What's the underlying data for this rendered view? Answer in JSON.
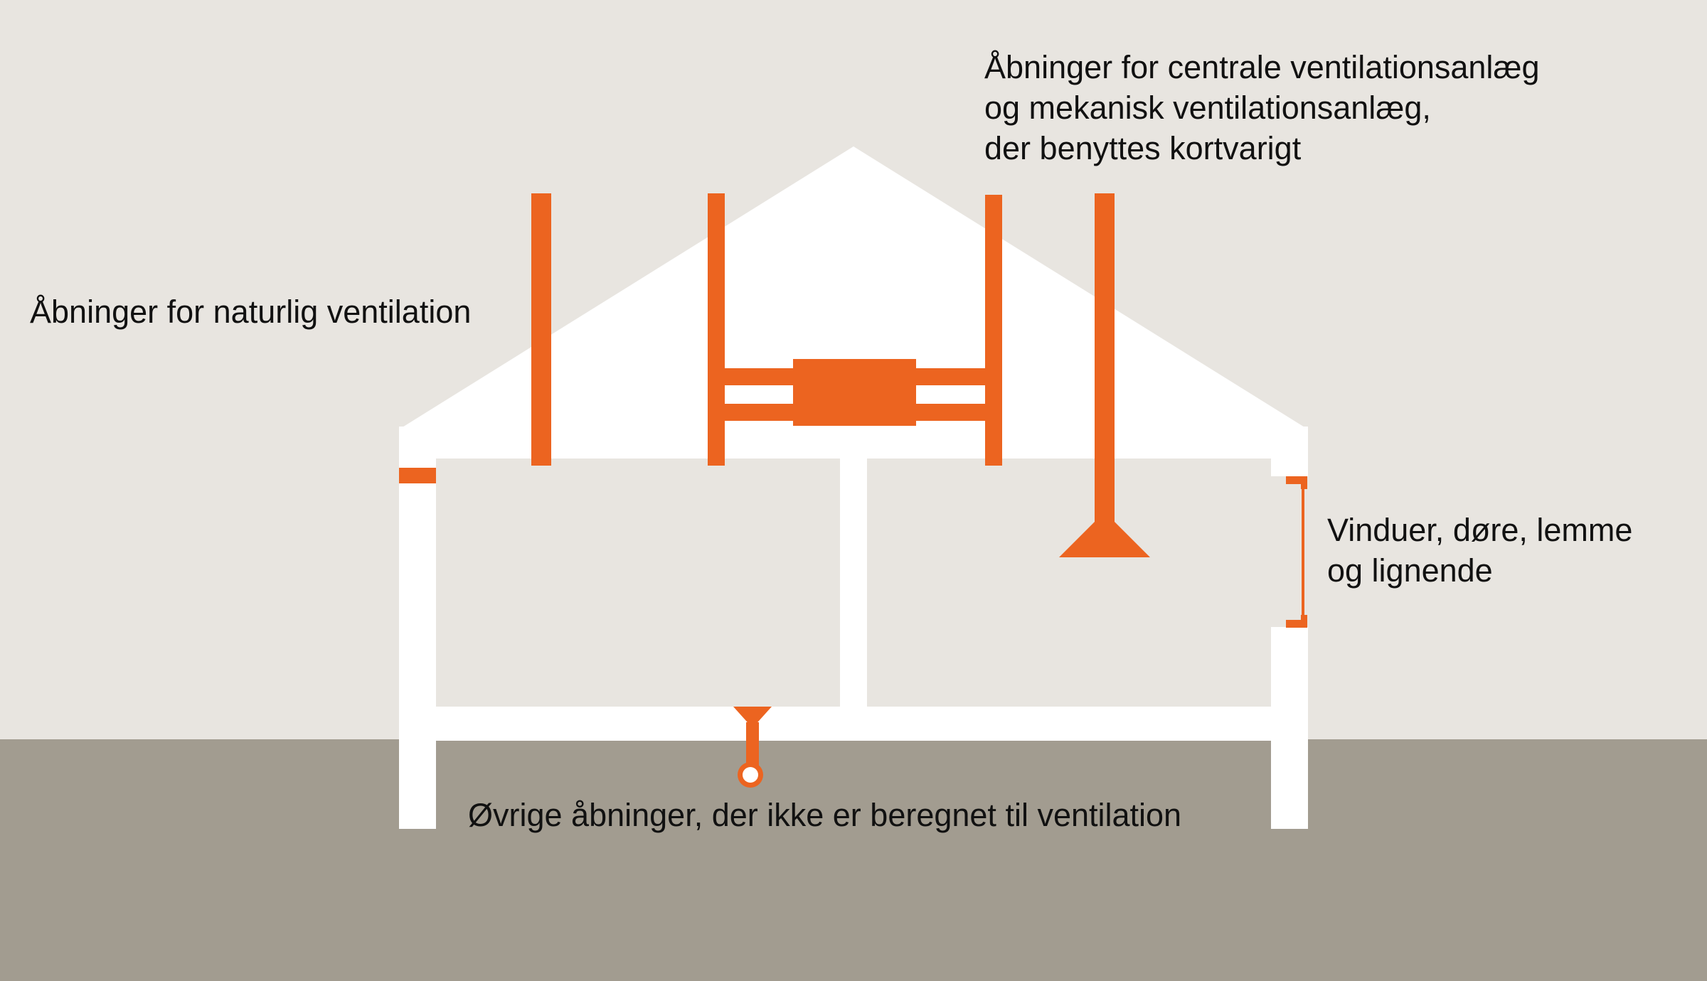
{
  "labels": {
    "natural": "Åbninger for naturlig ventilation",
    "mechanical": [
      "Åbninger for centrale ventilationsanlæg",
      "og mekanisk ventilationsanlæg,",
      "der benyttes kortvarigt"
    ],
    "windows": [
      "Vinduer, døre, lemme",
      "og lignende"
    ],
    "other": "Øvrige åbninger, der ikke er beregnet til ventilation"
  },
  "colors": {
    "background": "#e8e5e0",
    "ground": "#a29c90",
    "house": "#ffffff",
    "accent": "#ec6420",
    "text": "#111111"
  },
  "icons": [
    "vertical-vent-pipe-icon",
    "ventilation-unit-icon",
    "exhaust-hood-icon",
    "window-bracket-icon",
    "floor-drain-icon"
  ]
}
